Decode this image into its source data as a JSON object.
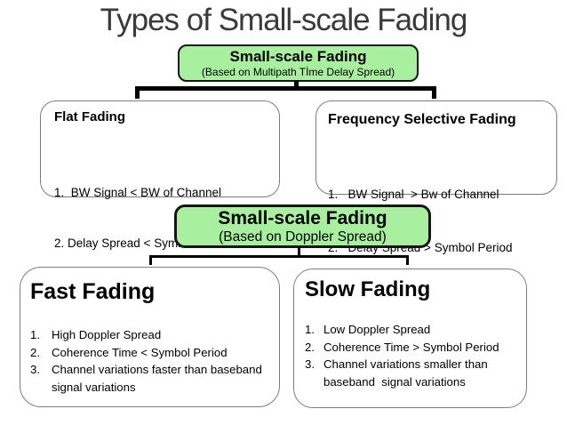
{
  "title": "Types of Small-scale Fading",
  "colors": {
    "green": "#a8f09f",
    "border_dark": "#141414",
    "box_border": "#7d7d7d",
    "connector": "#000000",
    "title_color": "#3a3a3a"
  },
  "delay_group": {
    "root_title": "Small-scale Fading",
    "root_subtitle": "(Based on Multipath Tİme Delay Spread)",
    "flat": {
      "heading": "Flat Fading",
      "items": [
        "1.  BW Signal < BW of Channel",
        "2. Delay Spread < Symbol Period"
      ]
    },
    "freq": {
      "heading": "Frequency Selective Fading",
      "items": [
        "1.   BW Signal  > Bw of Channel",
        "2.   Delay Spread > Symbol Period"
      ]
    }
  },
  "doppler_group": {
    "root_title": "Small-scale Fading",
    "root_subtitle": "(Based on Doppler Spread)",
    "fast": {
      "heading": "Fast Fading",
      "items": [
        {
          "num": "1.",
          "text": "High Doppler Spread"
        },
        {
          "num": "2.",
          "text": "Coherence Time < Symbol Period"
        },
        {
          "num": "3.",
          "text": "Channel variations faster than baseband",
          "text2": "signal variations"
        }
      ]
    },
    "slow": {
      "heading": "Slow Fading",
      "items": [
        {
          "num": "1.",
          "text": "Low Doppler Spread"
        },
        {
          "num": "2.",
          "text": "Coherence Time > Symbol Period"
        },
        {
          "num": "3.",
          "text": "Channel variations smaller than",
          "text2": "baseband  signal variations"
        }
      ]
    }
  }
}
